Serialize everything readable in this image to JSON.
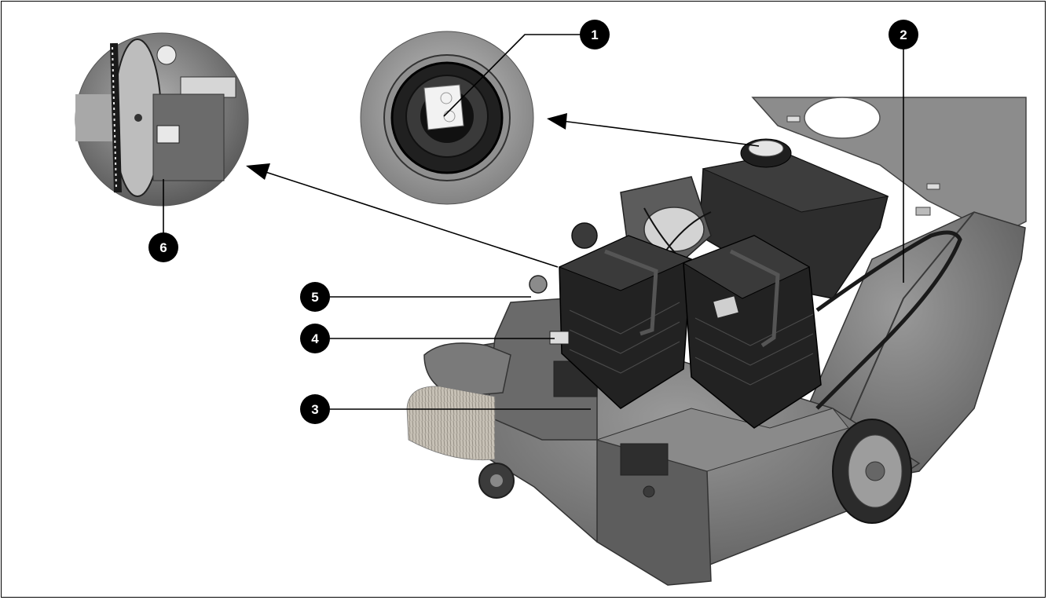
{
  "callouts": [
    {
      "id": "1",
      "label": "1"
    },
    {
      "id": "2",
      "label": "2"
    },
    {
      "id": "3",
      "label": "3"
    },
    {
      "id": "4",
      "label": "4"
    },
    {
      "id": "5",
      "label": "5"
    },
    {
      "id": "6",
      "label": "6"
    }
  ],
  "colors": {
    "frame": "#000000",
    "machine_body": "#6e6e6e",
    "battery": "#1c1c1c",
    "tank": "#2a2a2a",
    "brush": "#b9b3a8",
    "callout_fill": "#000000",
    "callout_text": "#ffffff"
  }
}
